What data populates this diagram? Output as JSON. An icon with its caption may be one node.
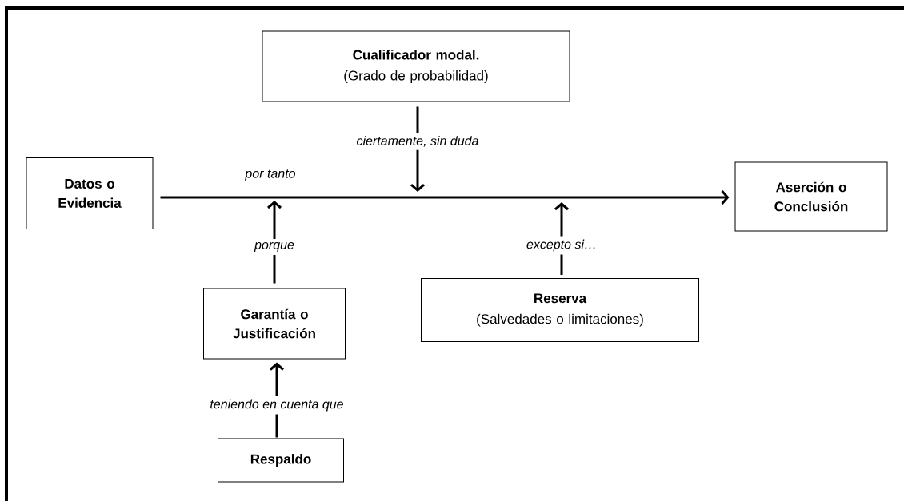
{
  "diagram": {
    "nodes": [
      {
        "text": [
          "Cualificador modal.",
          "(Grado de probabilidad)"
        ]
      },
      {
        "text": [
          "Datos o Evidencia"
        ]
      },
      {
        "text": [
          "Aserción o Conclusión"
        ]
      },
      {
        "text": [
          "Garantía o Justificación"
        ]
      },
      {
        "text": [
          "Reserva",
          "(Salvedades o limitaciones)"
        ]
      },
      {
        "text": [
          "Respaldo"
        ]
      }
    ],
    "edges": [
      {
        "from": 1,
        "to": 2,
        "arrow": "to",
        "label": "por tanto"
      },
      {
        "from": 0,
        "to": null,
        "arrow": "to",
        "label": "ciertamente, sin duda"
      },
      {
        "from": 3,
        "to": null,
        "arrow": "to",
        "label": "porque"
      },
      {
        "from": 4,
        "to": null,
        "arrow": "to",
        "label": "excepto si…"
      },
      {
        "from": 5,
        "to": 3,
        "arrow": "to",
        "label": "teniendo en cuenta que"
      }
    ]
  }
}
